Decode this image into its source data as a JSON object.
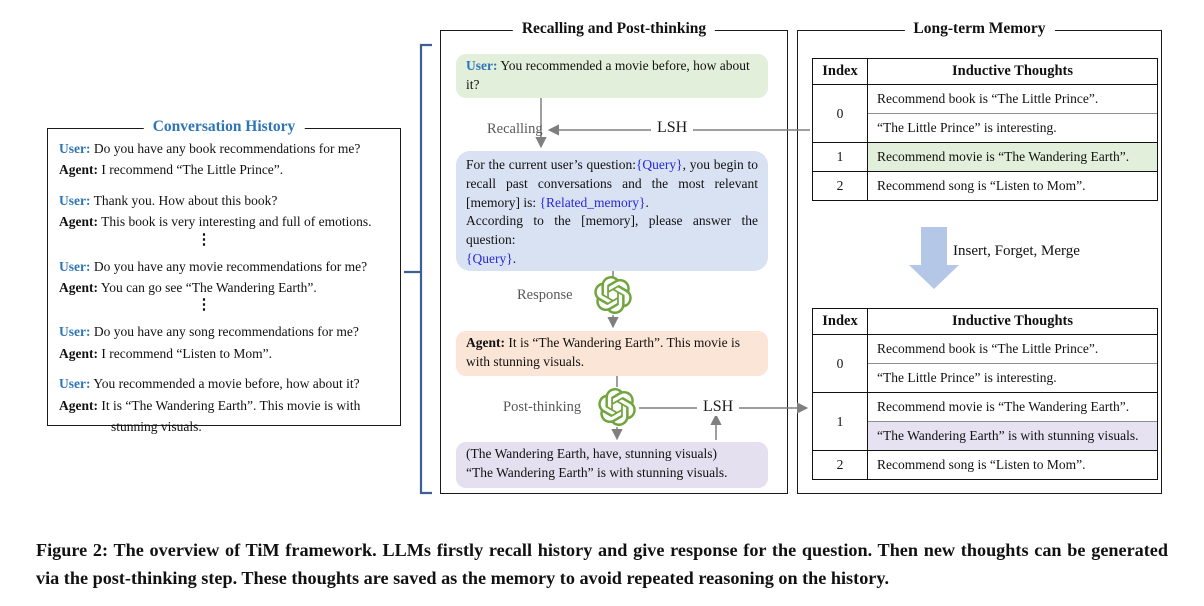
{
  "colors": {
    "user_label_blue": "#2E75B6",
    "placeholder_blue": "#2727D8",
    "green_bubble": "#E2EFDA",
    "blue_bubble": "#D9E2F3",
    "orange_bubble": "#FBE5D6",
    "purple_bubble": "#E4E0F0",
    "highlight_green": "#E2EFDA",
    "highlight_purple": "#E6E2F2",
    "gpt_green": "#6FA53C",
    "thick_arrow_blue": "#B4C7E7",
    "bracket_blue": "#3E5F94",
    "connector_gray": "#7f7f7f"
  },
  "conversation": {
    "title": "Conversation History",
    "user_label": "User:",
    "agent_label": "Agent:",
    "ellipsis": "⋮",
    "pairs": [
      {
        "user": "Do you have any book recommendations for me?",
        "agent": "I recommend “The Little Prince”."
      },
      {
        "user": "Thank you. How about this book?",
        "agent": "This book is very interesting and full of emotions."
      },
      {
        "user": "Do you have any movie recommendations for me?",
        "agent": "You can go see “The Wandering Earth”."
      },
      {
        "user": "Do you have any song recommendations for me?",
        "agent": "I recommend “Listen to Mom”."
      },
      {
        "user": "You recommended a movie before, how about it?",
        "agent": "It is “The Wandering Earth”. This movie is with stunning visuals."
      }
    ]
  },
  "middle": {
    "title": "Recalling and Post-thinking",
    "user_bubble": {
      "label": "User:",
      "text": "You recommended a movie before, how about it?"
    },
    "labels": {
      "recalling": "Recalling",
      "lsh_top": "LSH",
      "response": "Response",
      "post_thinking": "Post-thinking",
      "lsh_bottom": "LSH"
    },
    "prompt": {
      "s1": "For the current user’s question:",
      "q1": "{Query}",
      "s2": ", you begin to recall past conversations and the most relevant [memory] is: ",
      "rm": "{Related_memory}",
      "s3": ".",
      "s4": "According to the [memory], please answer the question:",
      "q2": "{Query}",
      "s5": "."
    },
    "agent_bubble": {
      "label": "Agent:",
      "text": "It is “The Wandering Earth”. This movie is with stunning visuals."
    },
    "thought_bubble": {
      "line1": "(The Wandering Earth, have, stunning visuals)",
      "line2": "“The Wandering Earth” is with stunning visuals."
    }
  },
  "memory": {
    "title": "Long-term Memory",
    "headers": [
      "Index",
      "Inductive Thoughts"
    ],
    "transform_label": "Insert, Forget, Merge",
    "table_before": {
      "rows": [
        {
          "index": "0",
          "thoughts": [
            "Recommend book is “The Little Prince”.",
            "“The Little Prince” is interesting."
          ]
        },
        {
          "index": "1",
          "thoughts": [
            "Recommend movie is “The Wandering Earth”."
          ]
        },
        {
          "index": "2",
          "thoughts": [
            "Recommend song is “Listen to Mom”."
          ]
        }
      ]
    },
    "table_after": {
      "rows": [
        {
          "index": "0",
          "thoughts": [
            "Recommend book is “The Little Prince”.",
            "“The Little Prince” is interesting."
          ]
        },
        {
          "index": "1",
          "thoughts": [
            "Recommend movie is “The Wandering Earth”.",
            "“The Wandering Earth” is with stunning visuals."
          ]
        },
        {
          "index": "2",
          "thoughts": [
            "Recommend song is “Listen to Mom”."
          ]
        }
      ]
    }
  },
  "caption": "Figure 2: The overview of TiM framework. LLMs firstly recall history and give response for the question. Then new thoughts can be generated via the post-thinking step. These thoughts are saved as the memory to avoid repeated reasoning on the history."
}
